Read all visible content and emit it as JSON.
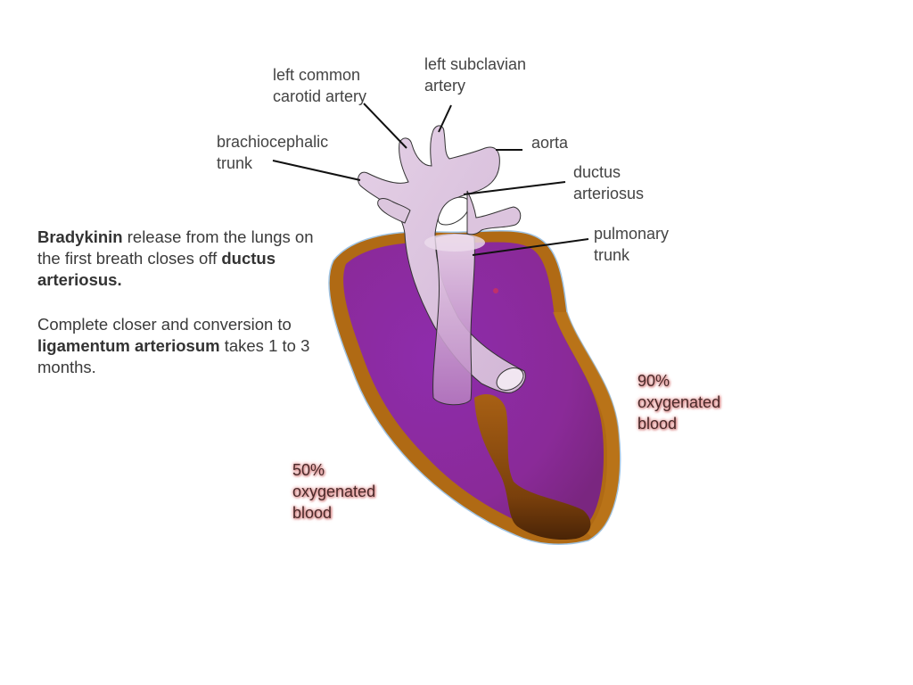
{
  "labels": {
    "left_common_carotid": [
      "left common",
      "carotid artery"
    ],
    "left_subclavian": [
      "left subclavian",
      "artery"
    ],
    "brachiocephalic": [
      "brachiocephalic",
      "trunk"
    ],
    "aorta": [
      "aorta"
    ],
    "ductus_arteriosus": [
      "ductus",
      "arteriosus"
    ],
    "pulmonary_trunk": [
      "pulmonary",
      "trunk"
    ]
  },
  "notes": {
    "p1": {
      "bold1": "Bradykinin",
      "text1": " release from the lungs on the first breath closes off ",
      "bold2": "ductus arteriosus."
    },
    "p2": {
      "text1": "Complete closer and conversion to ",
      "bold1": "ligamentum arteriosum",
      "text2": " takes 1 to 3 months."
    }
  },
  "oxygenation": {
    "right": [
      "90%",
      "oxygenated",
      "blood"
    ],
    "left": [
      "50%",
      "oxygenated",
      "blood"
    ]
  },
  "colors": {
    "heart_wall": "#b06a14",
    "heart_chamber": "#8a2a9a",
    "vessels": "#d8c0d8",
    "septum": "#9a5010"
  }
}
